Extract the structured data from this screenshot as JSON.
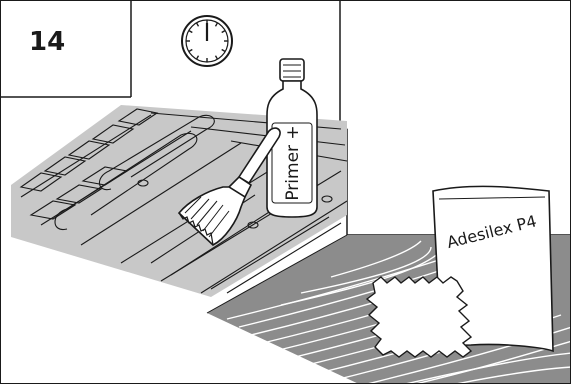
{
  "panel": {
    "step_number": "14",
    "labels": {
      "bottle": "Primer +",
      "bag": "Adesilex P4"
    }
  },
  "icons": {
    "timer": "clock-icon",
    "bottle": "primer-bottle-icon",
    "brush": "paint-brush-icon",
    "bag": "adhesive-bag-icon",
    "sponge": "sponge-icon"
  },
  "colors": {
    "line": "#1a1a1a",
    "primed_floor": "#c8c8c8",
    "striped_floor": "#8c8c8c",
    "background": "#ffffff"
  }
}
